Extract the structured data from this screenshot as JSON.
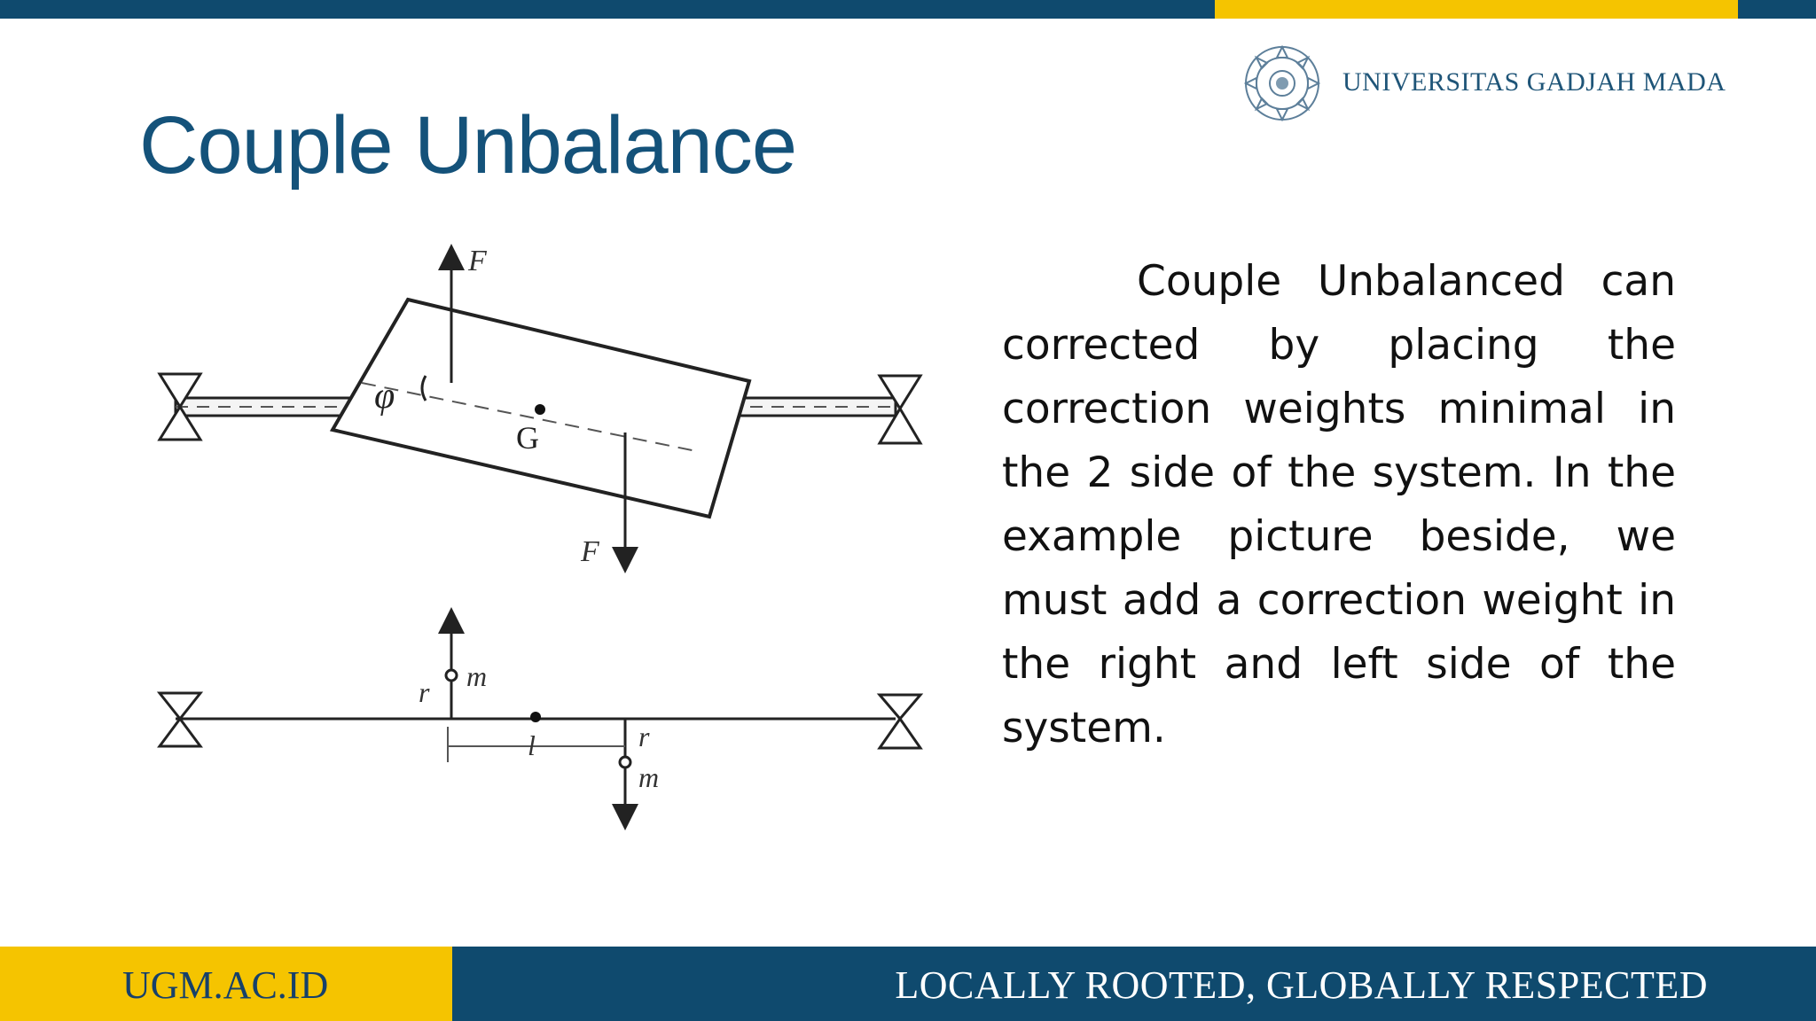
{
  "header": {
    "logo_name": "UNIVERSITAS GADJAH MADA",
    "logo_icon": "ugm-seal-icon",
    "colors": {
      "blue": "#0f4a6e",
      "yellow": "#f5c400"
    }
  },
  "slide": {
    "title": "Couple Unbalance",
    "body": "Couple Unbalanced can corrected by placing the correction weights minimal in the 2 side of the system. In the example picture beside, we must add a correction weight in the right and left side of the system."
  },
  "diagram": {
    "labels": {
      "force_top": "F",
      "force_bottom": "F",
      "angle": "φ",
      "center": "G",
      "mass_top": "m",
      "radius_top": "r",
      "length": "l",
      "radius_bottom": "r",
      "mass_bottom": "m"
    }
  },
  "footer": {
    "left": "UGM.AC.ID",
    "right": "LOCALLY ROOTED, GLOBALLY RESPECTED"
  }
}
